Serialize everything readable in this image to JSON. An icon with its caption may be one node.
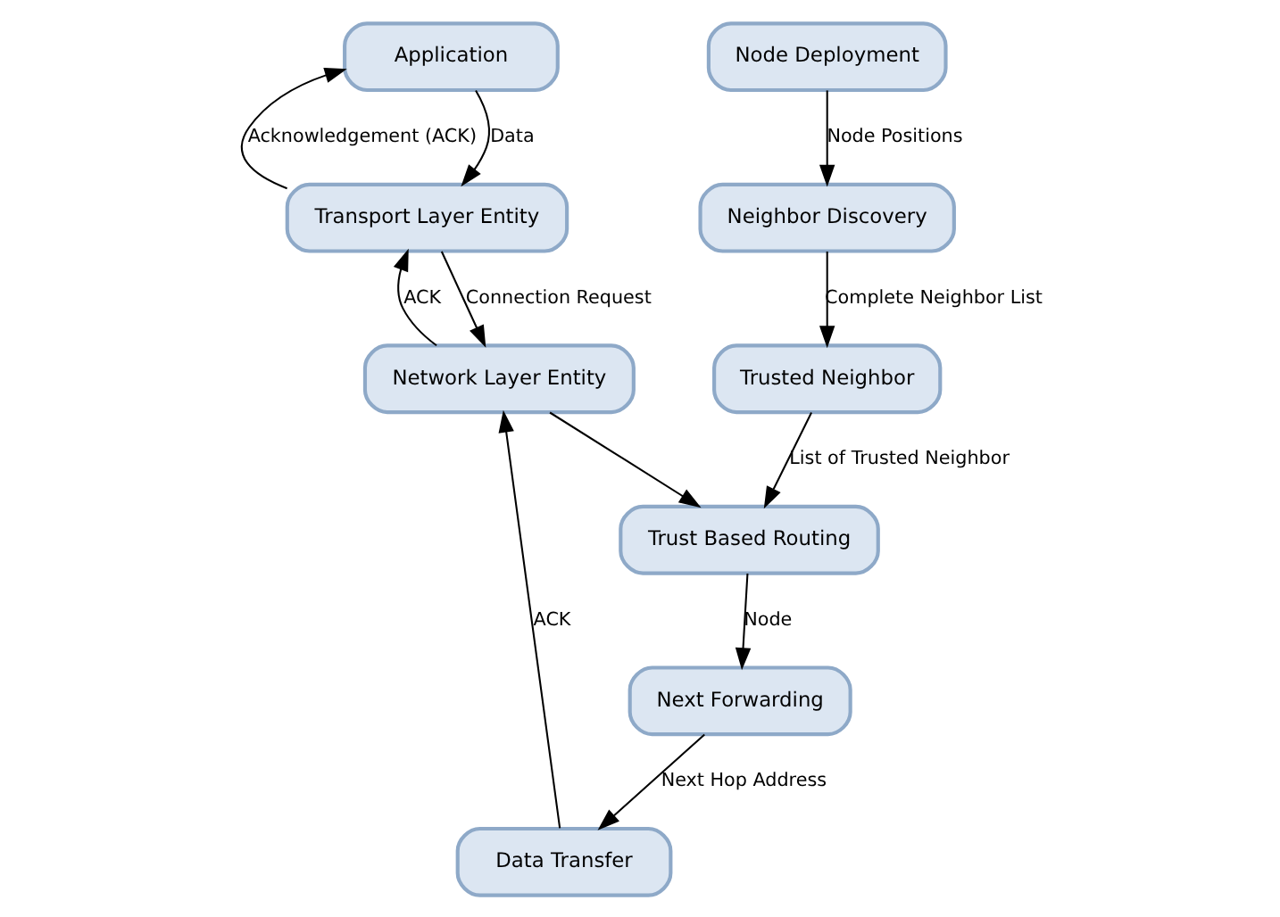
{
  "diagram": {
    "nodes": [
      {
        "text": [
          "Application"
        ]
      },
      {
        "text": [
          "Transport Layer Entity"
        ]
      },
      {
        "text": [
          "Network Layer Entity"
        ]
      },
      {
        "text": [
          "Data Transfer"
        ]
      },
      {
        "text": [
          "Node Deployment"
        ]
      },
      {
        "text": [
          "Neighbor Discovery"
        ]
      },
      {
        "text": [
          "Trusted Neighbor"
        ]
      },
      {
        "text": [
          "Trust Based Routing"
        ]
      },
      {
        "text": [
          "Next Forwarding"
        ]
      }
    ],
    "edges": [
      {
        "from": 1,
        "to": 0,
        "arrow": "to",
        "label": "Acknowledgement (ACK)"
      },
      {
        "from": 0,
        "to": 1,
        "arrow": "to",
        "label": "Data"
      },
      {
        "from": 1,
        "to": 2,
        "arrow": "to",
        "label": "Connection Request"
      },
      {
        "from": 2,
        "to": 1,
        "arrow": "to",
        "label": "ACK"
      },
      {
        "from": 2,
        "to": 7,
        "arrow": "to"
      },
      {
        "from": 3,
        "to": 2,
        "arrow": "to",
        "label": "ACK"
      },
      {
        "from": 4,
        "to": 5,
        "arrow": "to",
        "label": "Node Positions"
      },
      {
        "from": 5,
        "to": 6,
        "arrow": "to",
        "label": "Complete Neighbor List"
      },
      {
        "from": 6,
        "to": 7,
        "arrow": "to",
        "label": "List of Trusted Neighbor"
      },
      {
        "from": 7,
        "to": 8,
        "arrow": "to",
        "label": "Node"
      },
      {
        "from": 8,
        "to": 3,
        "arrow": "to",
        "label": "Next Hop Address"
      }
    ]
  }
}
